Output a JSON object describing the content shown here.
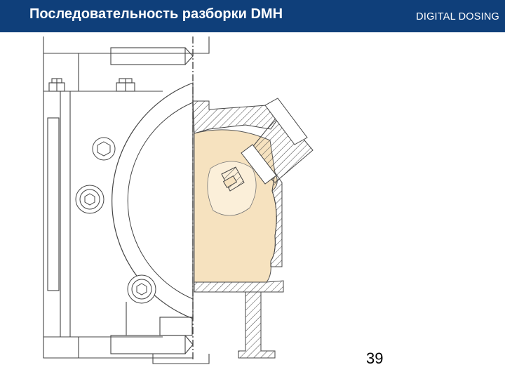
{
  "header": {
    "title": "Последовательность разборки DMH",
    "brand": "DIGITAL DOSING",
    "background_color": "#0f3f7a",
    "text_color": "#ffffff"
  },
  "drawing": {
    "highlight_color": "#f6e2bf",
    "line_color": "#444444"
  },
  "footer": {
    "page_number": "39"
  }
}
